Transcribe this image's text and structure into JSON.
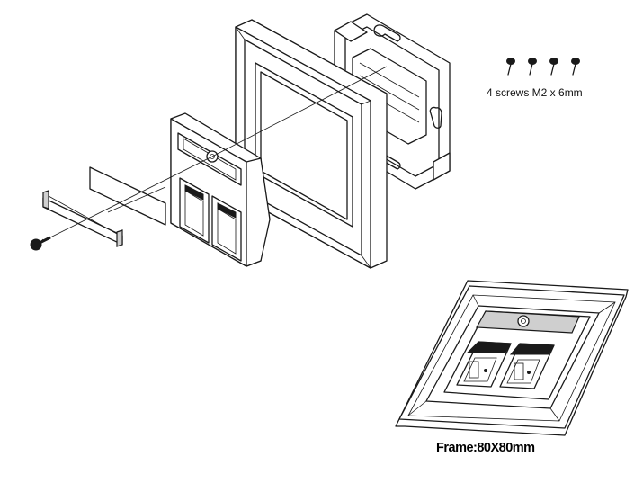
{
  "labels": {
    "screws": "4 screws M2 x 6mm",
    "frame": "Frame:80X80mm"
  },
  "icons": {
    "screw": "screw-icon",
    "count": 4
  }
}
